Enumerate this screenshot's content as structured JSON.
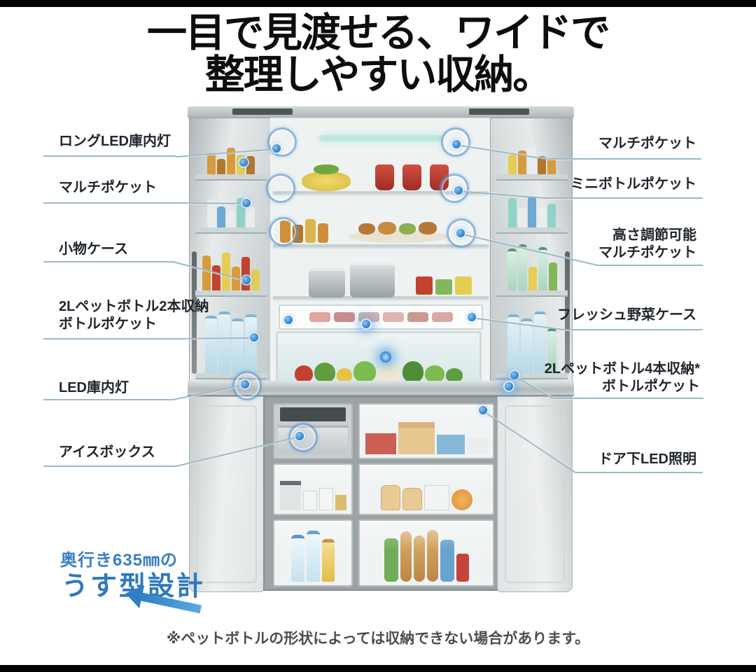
{
  "title": {
    "line1": "一目で見渡せる、ワイドで",
    "line2": "整理しやすい収納。"
  },
  "callouts_left": [
    {
      "line1": "ロングLED庫内灯",
      "line2": ""
    },
    {
      "line1": "マルチポケット",
      "line2": ""
    },
    {
      "line1": "小物ケース",
      "line2": ""
    },
    {
      "line1": "2Lペットボトル2本収納",
      "line2": "ボトルポケット"
    },
    {
      "line1": "LED庫内灯",
      "line2": ""
    },
    {
      "line1": "アイスボックス",
      "line2": ""
    }
  ],
  "callouts_right": [
    {
      "line1": "マルチポケット",
      "line2": ""
    },
    {
      "line1": "ミニボトルポケット",
      "line2": ""
    },
    {
      "line1": "高さ調節可能",
      "line2": "マルチポケット"
    },
    {
      "line1": "フレッシュ野菜ケース",
      "line2": ""
    },
    {
      "line1": "2Lペットボトル4本収納*",
      "line2": "ボトルポケット"
    },
    {
      "line1": "ドア下LED照明",
      "line2": ""
    }
  ],
  "depth_callout": {
    "line1": "奥行き635㎜の",
    "line2": "うす型設計",
    "arrow_icon": "arrow-down-left-icon"
  },
  "footnote": "※ペットボトルの形状によっては収納できない場合があります。",
  "colors": {
    "accent_blue": "#2e7fc4",
    "leader_line": "#9cb9c8",
    "label_text": "#20262e",
    "title_text": "#0d0d0d",
    "highlight_dot": "#2f82d0",
    "led_strip": "#bde8e2"
  }
}
